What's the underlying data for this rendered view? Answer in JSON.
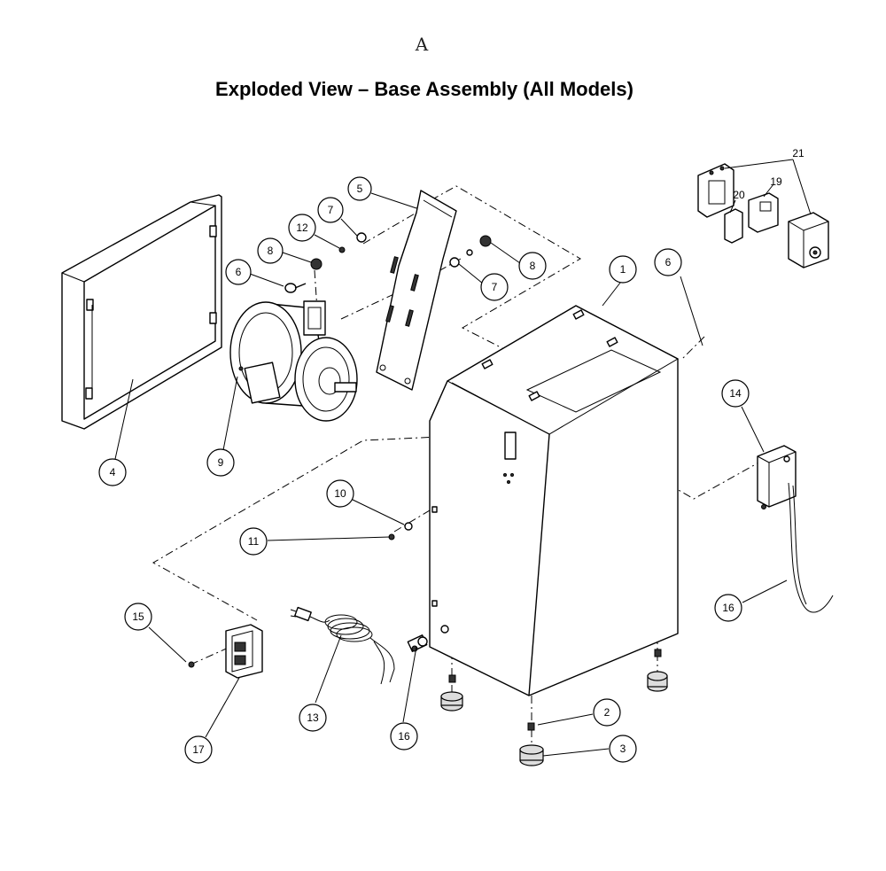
{
  "page_letter": "A",
  "title": "Exploded View – Base Assembly (All Models)",
  "callouts": {
    "c1": "1",
    "c2": "2",
    "c3": "3",
    "c4": "4",
    "c5": "5",
    "c6a": "6",
    "c6b": "6",
    "c7a": "7",
    "c7b": "7",
    "c8a": "8",
    "c8b": "8",
    "c9": "9",
    "c10": "10",
    "c11": "11",
    "c12": "12",
    "c13": "13",
    "c14": "14",
    "c15": "15",
    "c16a": "16",
    "c16b": "16",
    "c17": "17",
    "c19": "19",
    "c20": "20",
    "c21": "21"
  }
}
